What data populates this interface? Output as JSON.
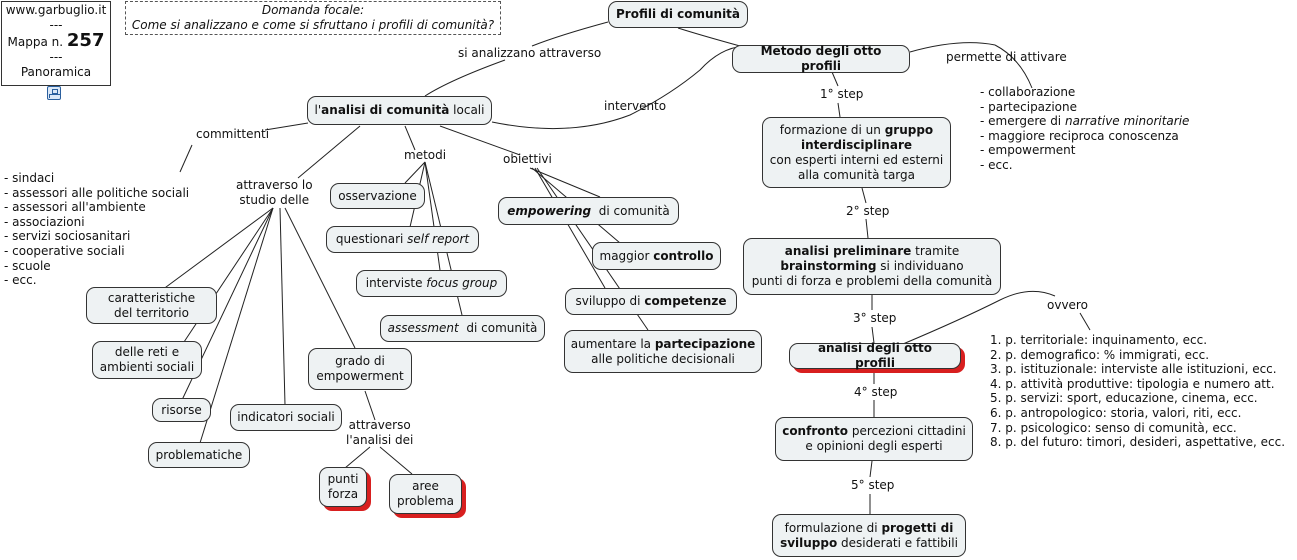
{
  "info": {
    "site": "www.garbuglio.it",
    "sep": "---",
    "mappa_label": "Mappa n.",
    "mappa_num": "257",
    "view": "Panoramica",
    "icon": "map-icon"
  },
  "focal": {
    "line1": "Domanda focale:",
    "line2": "Come si analizzano e come si sfruttano i profili di comunità?"
  },
  "root": "Profili di comunità",
  "labels": {
    "si_analizzano": "si analizzano attraverso",
    "intervento": "intervento",
    "permette": "permette di attivare",
    "committenti": "committenti",
    "metodi": "metodi",
    "obiettivi": "obiettivi",
    "attraverso_studio": [
      "attraverso lo",
      "studio delle"
    ],
    "attraverso_analisi": [
      "attraverso",
      "l'analisi dei"
    ],
    "ovvero": "ovvero",
    "step1": "1° step",
    "step2": "2° step",
    "step3": "3° step",
    "step4": "4° step",
    "step5": "5° step"
  },
  "analisi": {
    "pre": "l'",
    "bold": "analisi di comunità",
    "post": " locali"
  },
  "metodo": "Metodo degli otto profili",
  "committenti_list": [
    "- sindaci",
    "- assessori alle politiche sociali",
    "- assessori all'ambiente",
    "- associazioni",
    "- servizi sociosanitari",
    "- cooperative sociali",
    "- scuole",
    "- ecc."
  ],
  "permette_list": [
    {
      "text": "- collaborazione"
    },
    {
      "text": "- partecipazione"
    },
    {
      "pre": "- emergere di ",
      "it": "narrative minoritarie"
    },
    {
      "text": "- maggiore reciproca conoscenza"
    },
    {
      "text": "- empowerment"
    },
    {
      "text": "- ecc."
    }
  ],
  "studio": {
    "caratteristiche": [
      "caratteristiche",
      "del territorio"
    ],
    "reti": [
      "delle reti e",
      "ambienti sociali"
    ],
    "risorse": "risorse",
    "problematiche": "problematiche",
    "indicatori": "indicatori sociali",
    "grado": [
      "grado di",
      "empowerment"
    ]
  },
  "punti": [
    "punti",
    "forza"
  ],
  "aree": [
    "aree",
    "problema"
  ],
  "metodi_nodes": {
    "osservazione": "osservazione",
    "questionari": {
      "pre": "questionari ",
      "it": "self report"
    },
    "interviste": {
      "pre": "interviste ",
      "it": "focus group"
    },
    "assessment": {
      "it": "assessment",
      "post": "  di comunità"
    }
  },
  "obiettivi_nodes": {
    "empowering": {
      "bi": "empowering",
      "post": "  di comunità"
    },
    "controllo": {
      "pre": "maggior ",
      "bold": "controllo"
    },
    "competenze": {
      "pre": "sviluppo di ",
      "bold": "competenze"
    },
    "partecipazione": {
      "pre": "aumentare la ",
      "bold": "partecipazione",
      "line2": "alle politiche decisionali"
    }
  },
  "steps": {
    "s1": {
      "pre": "formazione di un ",
      "bold1": "gruppo",
      "bold2": "interdisciplinare",
      "line3": "con esperti interni ed esterni",
      "line4": "alla comunità targa"
    },
    "s2": {
      "bold": "analisi preliminare",
      "post": " tramite",
      "bold2": "brainstorming",
      "post2": " si individuano",
      "line3": "punti di forza e problemi della comunità"
    },
    "s3": "analisi degli otto profili",
    "s4": {
      "bold": "confronto",
      "post": " percezioni cittadini",
      "line2": "e opinioni degli esperti"
    },
    "s5": {
      "pre": "formulazione di ",
      "bold": "progetti di",
      "bold2": "sviluppo",
      "post": " desiderati e fattibili"
    }
  },
  "profili_list": [
    "1. p. territoriale: inquinamento, ecc.",
    "2. p. demografico: % immigrati, ecc.",
    "3. p. istituzionale: interviste alle istituzioni, ecc.",
    "4. p. attività produttive: tipologia e numero att.",
    "5. p. servizi: sport, educazione, cinema, ecc.",
    "6. p. antropologico: storia, valori, riti, ecc.",
    "7. p. psicologico: senso di comunità, ecc.",
    "8. p. del futuro: timori, desideri, aspettative, ecc."
  ]
}
